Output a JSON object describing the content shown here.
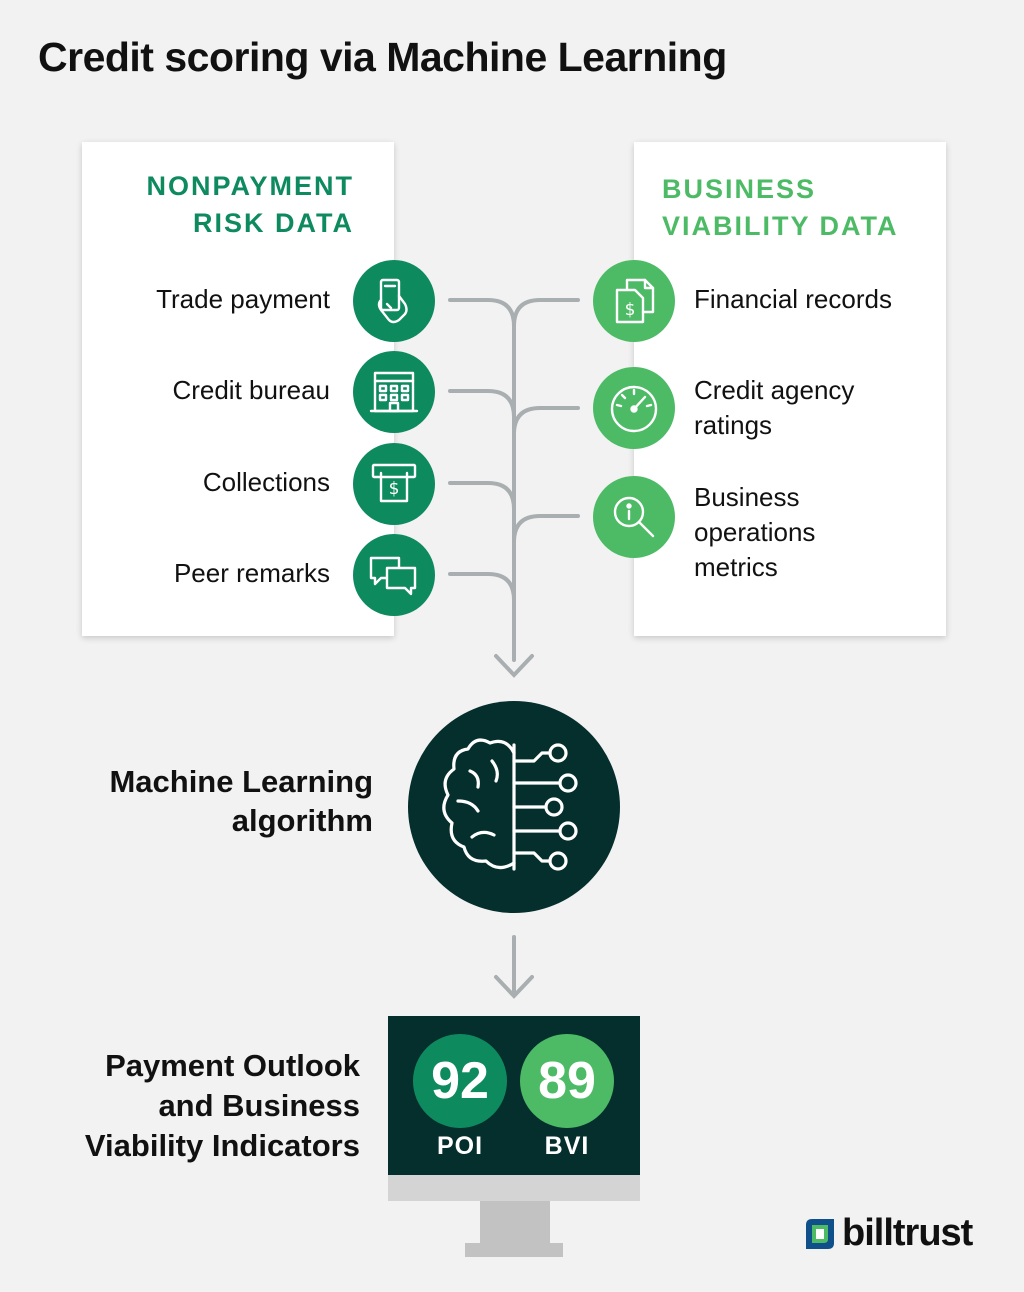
{
  "title": "Credit scoring via Machine Learning",
  "left_panel": {
    "heading": [
      "NONPAYMENT",
      "RISK DATA"
    ],
    "items": [
      {
        "label": "Trade payment",
        "icon": "hand-card-icon"
      },
      {
        "label": "Credit bureau",
        "icon": "building-icon"
      },
      {
        "label": "Collections",
        "icon": "cash-dispense-icon"
      },
      {
        "label": "Peer remarks",
        "icon": "chat-bubbles-icon"
      }
    ]
  },
  "right_panel": {
    "heading": [
      "BUSINESS",
      "VIABILITY DATA"
    ],
    "items": [
      {
        "label": [
          "Financial records"
        ],
        "icon": "documents-dollar-icon"
      },
      {
        "label": [
          "Credit agency",
          "ratings"
        ],
        "icon": "gauge-icon"
      },
      {
        "label": [
          "Business",
          "operations",
          "metrics"
        ],
        "icon": "magnifier-info-icon"
      }
    ]
  },
  "ml": {
    "label": [
      "Machine Learning",
      "algorithm"
    ],
    "icon": "brain-circuit-icon"
  },
  "output": {
    "label": [
      "Payment Outlook",
      "and Business",
      "Viability Indicators"
    ],
    "scores": [
      {
        "value": "92",
        "caption": "POI"
      },
      {
        "value": "89",
        "caption": "BVI"
      }
    ]
  },
  "brand": {
    "name": "billtrust",
    "icon": "billtrust-logo-icon"
  },
  "colors": {
    "dark_green": "#0e8a5f",
    "light_green": "#4dbb66",
    "navy": "#052f2c",
    "connector": "#a9aeb1",
    "background": "#f2f2f2"
  }
}
